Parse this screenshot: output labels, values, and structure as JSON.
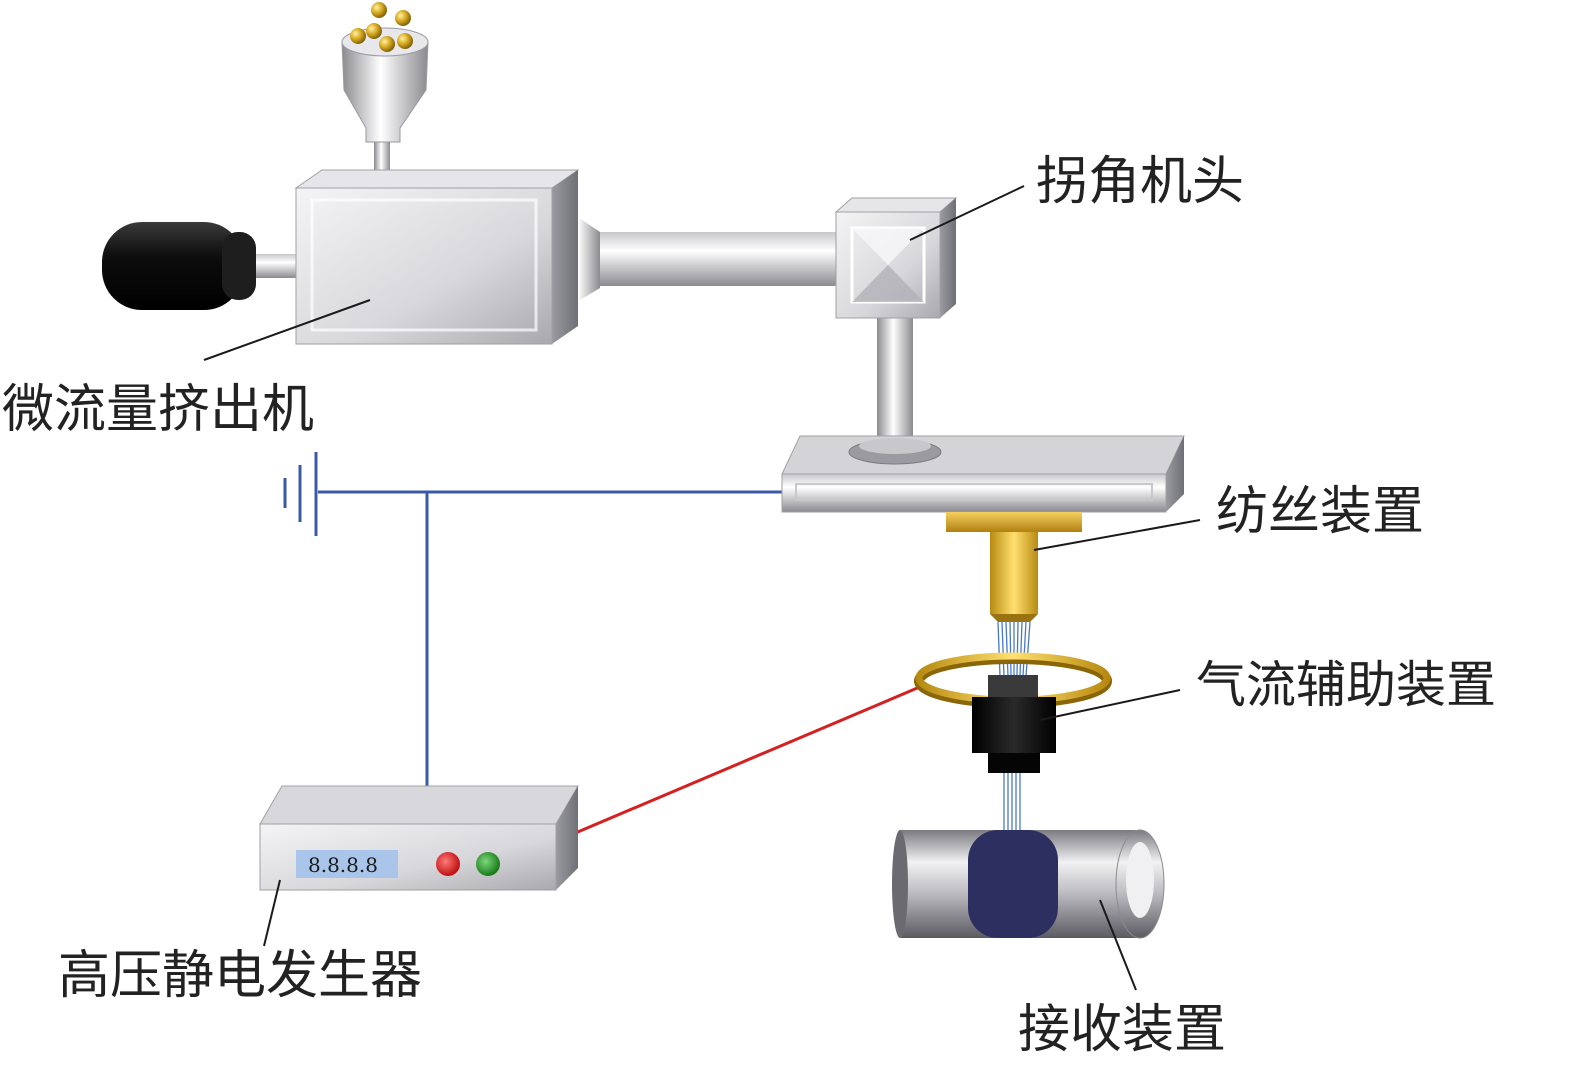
{
  "labels": {
    "extruder": "微流量挤出机",
    "angle_head": "拐角机头",
    "spinning_device": "纺丝装置",
    "airflow_device": "气流辅助装置",
    "hv_generator": "高压静电发生器",
    "collector": "接收装置"
  },
  "hv_display": "8.8.8.8",
  "colors": {
    "ground_wire": "#3a5aa8",
    "hv_wire": "#d42020",
    "nozzle_gold": "#e0b030",
    "pellet_gold": "#c89a20",
    "motor_black": "#151515",
    "collector_band": "#2c2f60",
    "display_bg": "#a9c6ea",
    "indicator_red": "#e02020",
    "indicator_green": "#2a9a2a"
  }
}
